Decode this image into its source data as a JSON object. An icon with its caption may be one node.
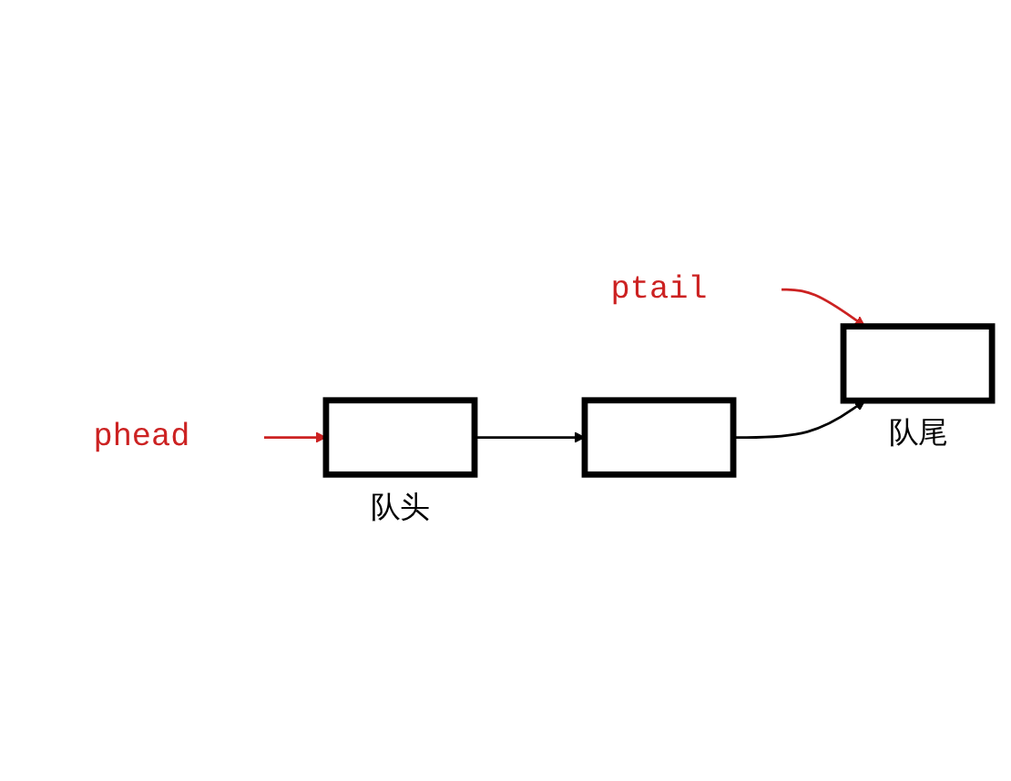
{
  "diagram": {
    "nodes": [
      {
        "text": [
          "phead"
        ]
      },
      {
        "text": [
          "ptail"
        ]
      },
      {
        "text": [],
        "shape": "box",
        "beside": [
          "队头"
        ]
      },
      {
        "text": [],
        "shape": "box"
      },
      {
        "text": [],
        "shape": "box",
        "beside": [
          "队尾"
        ]
      }
    ],
    "edges": [
      {
        "from": 0,
        "to": 2,
        "arrow": "to",
        "color": "#cc2222"
      },
      {
        "from": 1,
        "to": 4,
        "arrow": "to",
        "color": "#cc2222"
      },
      {
        "from": 2,
        "to": 3,
        "arrow": "to",
        "color": "#000000"
      },
      {
        "from": 3,
        "to": 4,
        "arrow": "to",
        "color": "#000000"
      }
    ]
  }
}
